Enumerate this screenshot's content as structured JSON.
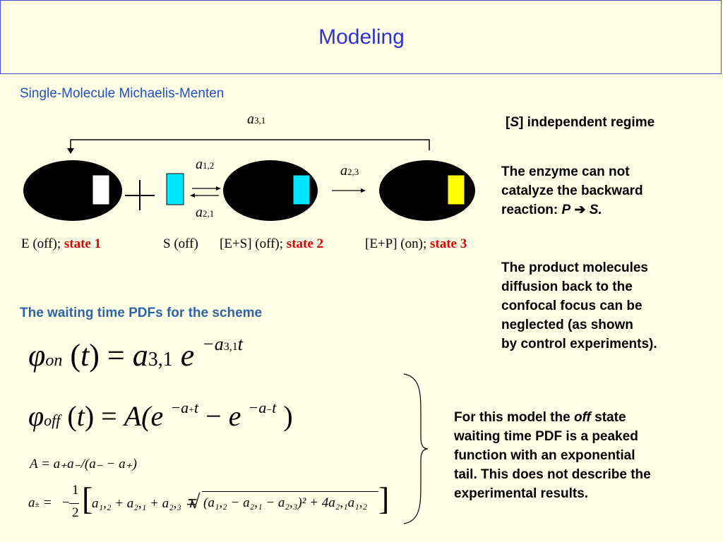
{
  "slide": {
    "title": "Modeling",
    "subtitle": "Single-Molecule Michaelis-Menten",
    "waiting_heading": "The waiting time PDFs for the scheme"
  },
  "scheme": {
    "rate_31": "a",
    "rate_31_sub": "3,1",
    "rate_12": "a",
    "rate_12_sub": "1,2",
    "rate_21": "a",
    "rate_21_sub": "2,1",
    "rate_23": "a",
    "rate_23_sub": "2,3",
    "plus": "+",
    "labels": {
      "e_off": "E (off); ",
      "state1": "state 1",
      "s_off": "S (off)",
      "es_off": "[E+S] (off); ",
      "state2": "state 2",
      "ep_on": "[E+P] (on); ",
      "state3": "state 3"
    },
    "colors": {
      "enzyme": "#000000",
      "site_free": "#ffffff",
      "substrate": "#00e5ff",
      "product": "#ffff00"
    }
  },
  "notes": {
    "regime_bracket_open": "[",
    "regime_s": "S",
    "regime_rest": "] independent regime",
    "backward_1": "The enzyme can not",
    "backward_2": "catalyze the backward",
    "backward_3": "reaction: ",
    "backward_p": "P",
    "backward_arrow": "➔",
    "backward_s": "S.",
    "diffusion_1": "The product molecules",
    "diffusion_2": "diffusion back to the",
    "diffusion_3": "confocal focus can be",
    "diffusion_4": "neglected (as shown",
    "diffusion_5": "by control experiments).",
    "model_1": "For this model the ",
    "model_off": "off",
    "model_1b": " state",
    "model_2": "waiting time PDF is a peaked",
    "model_3": "function with an exponential",
    "model_4": "tail. This does not describe the",
    "model_5": "experimental results."
  },
  "equations": {
    "phi": "φ",
    "on": "on",
    "off": "off",
    "t": "t",
    "eq_on_rhs_a": "a",
    "eq_on_rhs_sub": "3,1",
    "eq_on_e": "e",
    "eq_on_exp": "−a",
    "eq_on_exp_sub": "3,1",
    "eq_on_exp_t": "t",
    "eq_off_A": "A(",
    "eq_off_e1": "e",
    "eq_off_exp1": "−a",
    "eq_off_exp1_sub": "+",
    "eq_off_exp1_t": "t",
    "eq_off_minus": "−",
    "eq_off_e2": "e",
    "eq_off_exp2": "−a",
    "eq_off_exp2_sub": "−",
    "eq_off_exp2_t": "t",
    "eq_off_close": ")",
    "eq_A": "A = a₊a₋/(a₋ − a₊)",
    "eq_apm_lhs": "a",
    "eq_apm_sub": "±",
    "eq_half_num": "1",
    "eq_half_den": "2",
    "eq_apm_inner": "a₁,₂ + a₂,₁ + a₂,₃ ∓",
    "eq_apm_sqrt": "(a₁,₂ − a₂,₁ − a₂,₃)² + 4a₂,₁a₁,₂"
  }
}
